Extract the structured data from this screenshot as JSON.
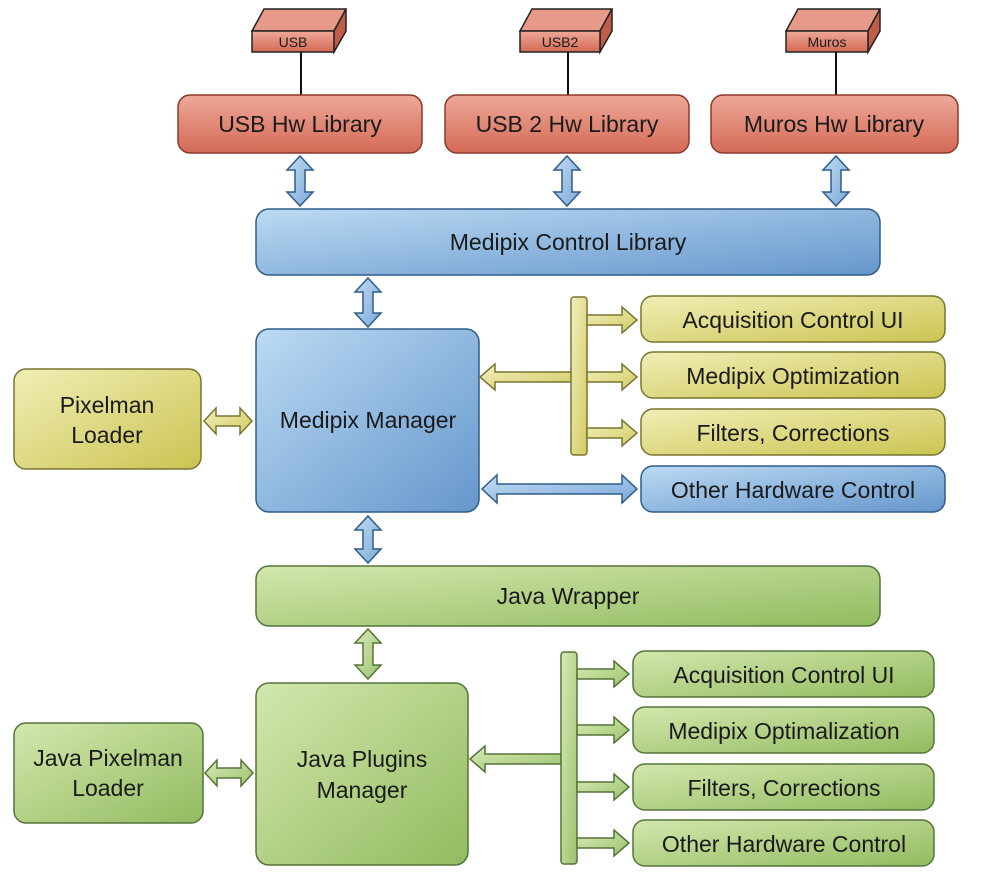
{
  "devices": {
    "usb": "USB",
    "usb2": "USB2",
    "muros": "Muros"
  },
  "hw_libraries": {
    "usb": "USB Hw Library",
    "usb2": "USB 2 Hw Library",
    "muros": "Muros Hw Library"
  },
  "control_library": "Medipix Control Library",
  "manager": "Medipix Manager",
  "pixelman_loader": [
    "Pixelman",
    "Loader"
  ],
  "manager_plugins": [
    "Acquisition Control UI",
    "Medipix Optimization",
    "Filters, Corrections"
  ],
  "other_hardware_control": "Other Hardware Control",
  "java_wrapper": "Java Wrapper",
  "java_plugins_manager": [
    "Java Plugins",
    "Manager"
  ],
  "java_pixelman_loader": [
    "Java Pixelman",
    "Loader"
  ],
  "java_plugins": [
    "Acquisition Control UI",
    "Medipix Optimalization",
    "Filters, Corrections",
    "Other Hardware Control"
  ],
  "colors": {
    "red_fill_top": "#eaa090",
    "red_fill_bottom": "#d8705c",
    "red_stroke": "#8a3a2c",
    "blue_fill_top": "#b4d4f0",
    "blue_fill_bottom": "#6a9cd0",
    "blue_stroke": "#2f5d8a",
    "yellow_fill_top": "#eeeaa8",
    "yellow_fill_bottom": "#cfc858",
    "yellow_stroke": "#7a7530",
    "green_fill_top": "#cfe3a8",
    "green_fill_bottom": "#98c066",
    "green_stroke": "#55743a",
    "text": "#1a1a1a"
  }
}
